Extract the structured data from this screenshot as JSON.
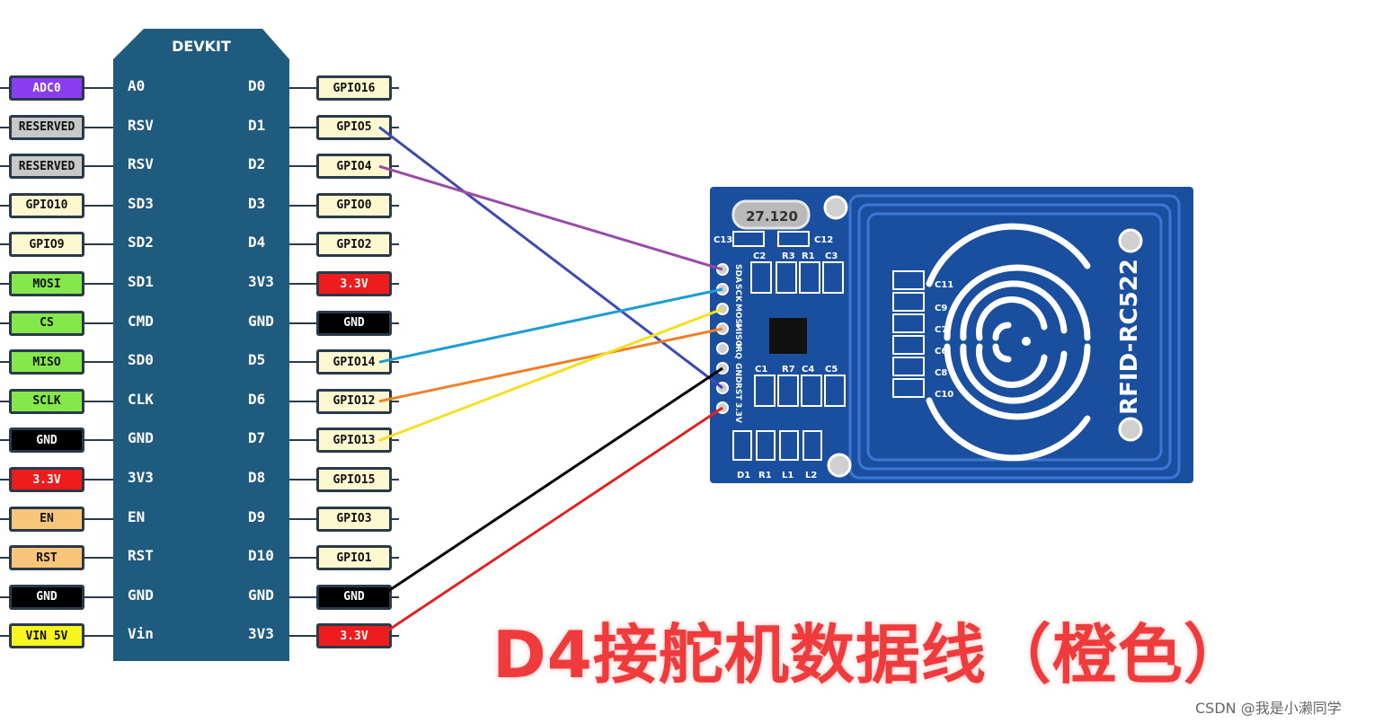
{
  "board": {
    "title": "DEVKIT",
    "left_labels": [
      "A0",
      "RSV",
      "RSV",
      "SD3",
      "SD2",
      "SD1",
      "CMD",
      "SD0",
      "CLK",
      "GND",
      "3V3",
      "EN",
      "RST",
      "GND",
      "Vin"
    ],
    "right_labels": [
      "D0",
      "D1",
      "D2",
      "D3",
      "D4",
      "3V3",
      "GND",
      "D5",
      "D6",
      "D7",
      "D8",
      "D9",
      "D10",
      "GND",
      "3V3"
    ]
  },
  "left_pins": [
    {
      "text": "ADC0",
      "bg": "#8a3df0",
      "fg": "#ffffff"
    },
    {
      "text": "RESERVED",
      "bg": "#c8c8c8",
      "fg": "#111111"
    },
    {
      "text": "RESERVED",
      "bg": "#c8c8c8",
      "fg": "#111111"
    },
    {
      "text": "GPIO10",
      "bg": "#fdf8d0",
      "fg": "#111111"
    },
    {
      "text": "GPIO9",
      "bg": "#fdf8d0",
      "fg": "#111111"
    },
    {
      "text": "MOSI",
      "bg": "#84e84a",
      "fg": "#111111"
    },
    {
      "text": "CS",
      "bg": "#84e84a",
      "fg": "#111111"
    },
    {
      "text": "MISO",
      "bg": "#84e84a",
      "fg": "#111111"
    },
    {
      "text": "SCLK",
      "bg": "#84e84a",
      "fg": "#111111"
    },
    {
      "text": "GND",
      "bg": "#000000",
      "fg": "#ffffff"
    },
    {
      "text": "3.3V",
      "bg": "#ee1c1c",
      "fg": "#ffffff"
    },
    {
      "text": "EN",
      "bg": "#f7c67a",
      "fg": "#111111"
    },
    {
      "text": "RST",
      "bg": "#f7c67a",
      "fg": "#111111"
    },
    {
      "text": "GND",
      "bg": "#000000",
      "fg": "#ffffff"
    },
    {
      "text": "VIN 5V",
      "bg": "#f7f51e",
      "fg": "#111111"
    }
  ],
  "right_pins": [
    {
      "text": "GPIO16",
      "bg": "#fdf8d0",
      "fg": "#111111"
    },
    {
      "text": "GPIO5",
      "bg": "#fdf8d0",
      "fg": "#111111"
    },
    {
      "text": "GPIO4",
      "bg": "#fdf8d0",
      "fg": "#111111"
    },
    {
      "text": "GPIO0",
      "bg": "#fdf8d0",
      "fg": "#111111"
    },
    {
      "text": "GPIO2",
      "bg": "#fdf8d0",
      "fg": "#111111"
    },
    {
      "text": "3.3V",
      "bg": "#ee1c1c",
      "fg": "#ffffff"
    },
    {
      "text": "GND",
      "bg": "#000000",
      "fg": "#ffffff"
    },
    {
      "text": "GPIO14",
      "bg": "#fdf8d0",
      "fg": "#111111"
    },
    {
      "text": "GPIO12",
      "bg": "#fdf8d0",
      "fg": "#111111"
    },
    {
      "text": "GPIO13",
      "bg": "#fdf8d0",
      "fg": "#111111"
    },
    {
      "text": "GPIO15",
      "bg": "#fdf8d0",
      "fg": "#111111"
    },
    {
      "text": "GPIO3",
      "bg": "#fdf8d0",
      "fg": "#111111"
    },
    {
      "text": "GPIO1",
      "bg": "#fdf8d0",
      "fg": "#111111"
    },
    {
      "text": "GND",
      "bg": "#000000",
      "fg": "#ffffff"
    },
    {
      "text": "3.3V",
      "bg": "#ee1c1c",
      "fg": "#ffffff"
    }
  ],
  "wires": [
    {
      "from_pin": "GPIO5",
      "to_header": "RST",
      "color": "#3b4bb0"
    },
    {
      "from_pin": "GPIO4",
      "to_header": "SDA",
      "color": "#9a4aa8"
    },
    {
      "from_pin": "GPIO14",
      "to_header": "SCK",
      "color": "#1e9cd6"
    },
    {
      "from_pin": "GPIO12",
      "to_header": "MISO",
      "color": "#f07f2a"
    },
    {
      "from_pin": "GPIO13",
      "to_header": "MOSI",
      "color": "#f5e020"
    },
    {
      "from_pin": "GND",
      "to_header": "GND",
      "color": "#000000"
    },
    {
      "from_pin": "3.3V",
      "to_header": "3.3V",
      "color": "#e02424"
    }
  ],
  "rfid": {
    "model": "RFID-RC522",
    "crystal": "27.120",
    "header": [
      "SDA",
      "SCK",
      "MOSI",
      "MISO",
      "IRQ",
      "GND",
      "RST",
      "3.3V"
    ],
    "components": [
      "C13",
      "C12",
      "C2",
      "R3",
      "R1",
      "C3",
      "C1",
      "R7",
      "C4",
      "C5",
      "D1",
      "R1",
      "L1",
      "L2",
      "C11",
      "C9",
      "C7",
      "C6",
      "C8",
      "C10"
    ]
  },
  "caption": "D4接舵机数据线（橙色）",
  "watermark": "CSDN @我是小濑同学",
  "colors": {
    "board": "#1e5b7e",
    "board_border": "#2b3a4a",
    "rfid_pcb": "#1a4fa0",
    "rfid_trace": "#2f6ed0"
  }
}
